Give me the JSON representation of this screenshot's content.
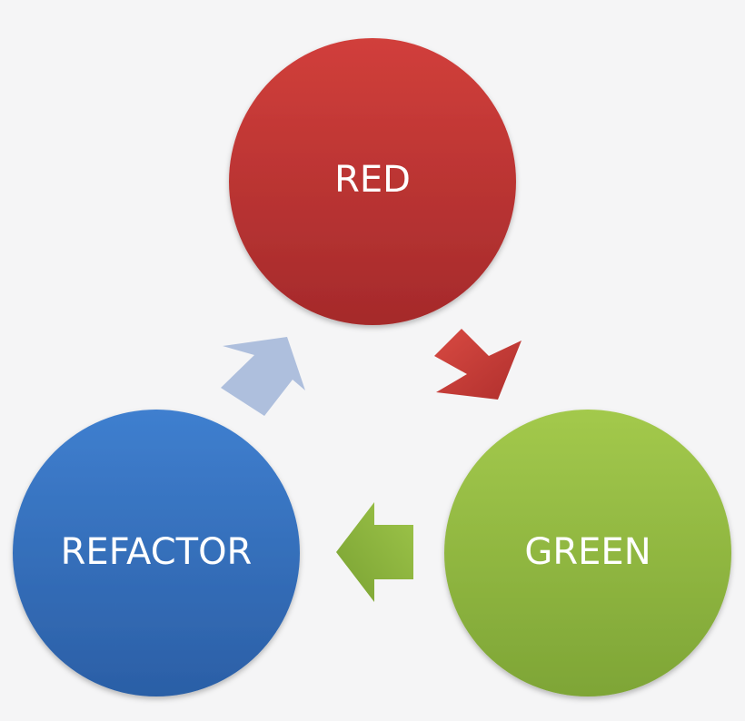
{
  "nodes": {
    "red": {
      "label": "RED",
      "color": "#c4393a"
    },
    "green": {
      "label": "GREEN",
      "color": "#8fb63d"
    },
    "refactor": {
      "label": "REFACTOR",
      "color": "#3a74c2"
    }
  },
  "arrows": {
    "red_to_green": {
      "color": "#c4393a"
    },
    "green_to_refactor": {
      "color": "#8fb63d"
    },
    "refactor_to_red": {
      "color": "#aebfdd"
    }
  }
}
